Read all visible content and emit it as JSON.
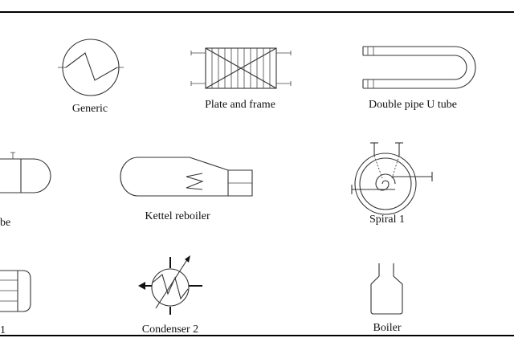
{
  "symbols": {
    "generic": {
      "label": "Generic"
    },
    "plate_and_frame": {
      "label": "Plate and frame"
    },
    "double_pipe_u_tube": {
      "label": "Double pipe U tube"
    },
    "left_partial_middle": {
      "label": "be"
    },
    "kettel_reboiler": {
      "label": "Kettel reboiler"
    },
    "spiral_1": {
      "label": "Spiral 1"
    },
    "left_partial_bottom": {
      "label": "1"
    },
    "condenser_2": {
      "label": "Condenser 2"
    },
    "boiler": {
      "label": "Boiler"
    }
  },
  "colors": {
    "line": "#333333",
    "frame": "#000000",
    "background": "#ffffff"
  }
}
